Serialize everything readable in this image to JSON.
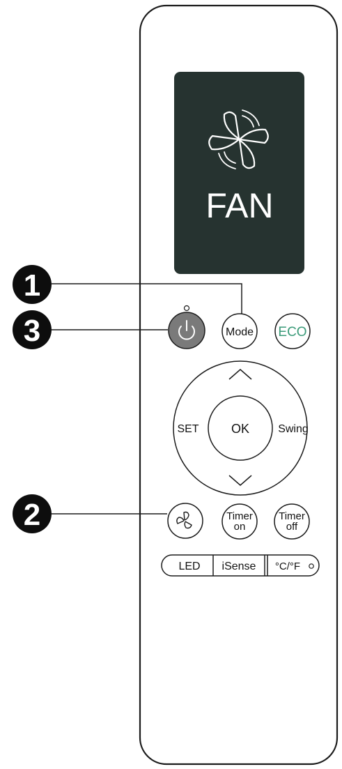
{
  "display": {
    "mode_text": "FAN",
    "icon": "fan-icon"
  },
  "callouts": [
    {
      "number": "1",
      "target": "mode-button"
    },
    {
      "number": "2",
      "target": "fan-speed-button"
    },
    {
      "number": "3",
      "target": "power-button"
    }
  ],
  "buttons": {
    "power": {
      "icon": "power-icon"
    },
    "mode": "Mode",
    "eco": "ECO",
    "dpad": {
      "center": "OK",
      "left": "SET",
      "right": "Swing",
      "up_icon": "chevron-up-icon",
      "down_icon": "chevron-down-icon"
    },
    "fan_speed": {
      "icon": "fan-speed-icon"
    },
    "timer_on": {
      "line1": "Timer",
      "line2": "on"
    },
    "timer_off": {
      "line1": "Timer",
      "line2": "off"
    }
  },
  "bottom_bar": [
    "LED",
    "iSense",
    "°C/°F"
  ],
  "colors": {
    "display_bg": "#263330",
    "power_button": "#7a7a7a",
    "eco_text": "#3a9a78",
    "outline": "#1a1a1a"
  }
}
